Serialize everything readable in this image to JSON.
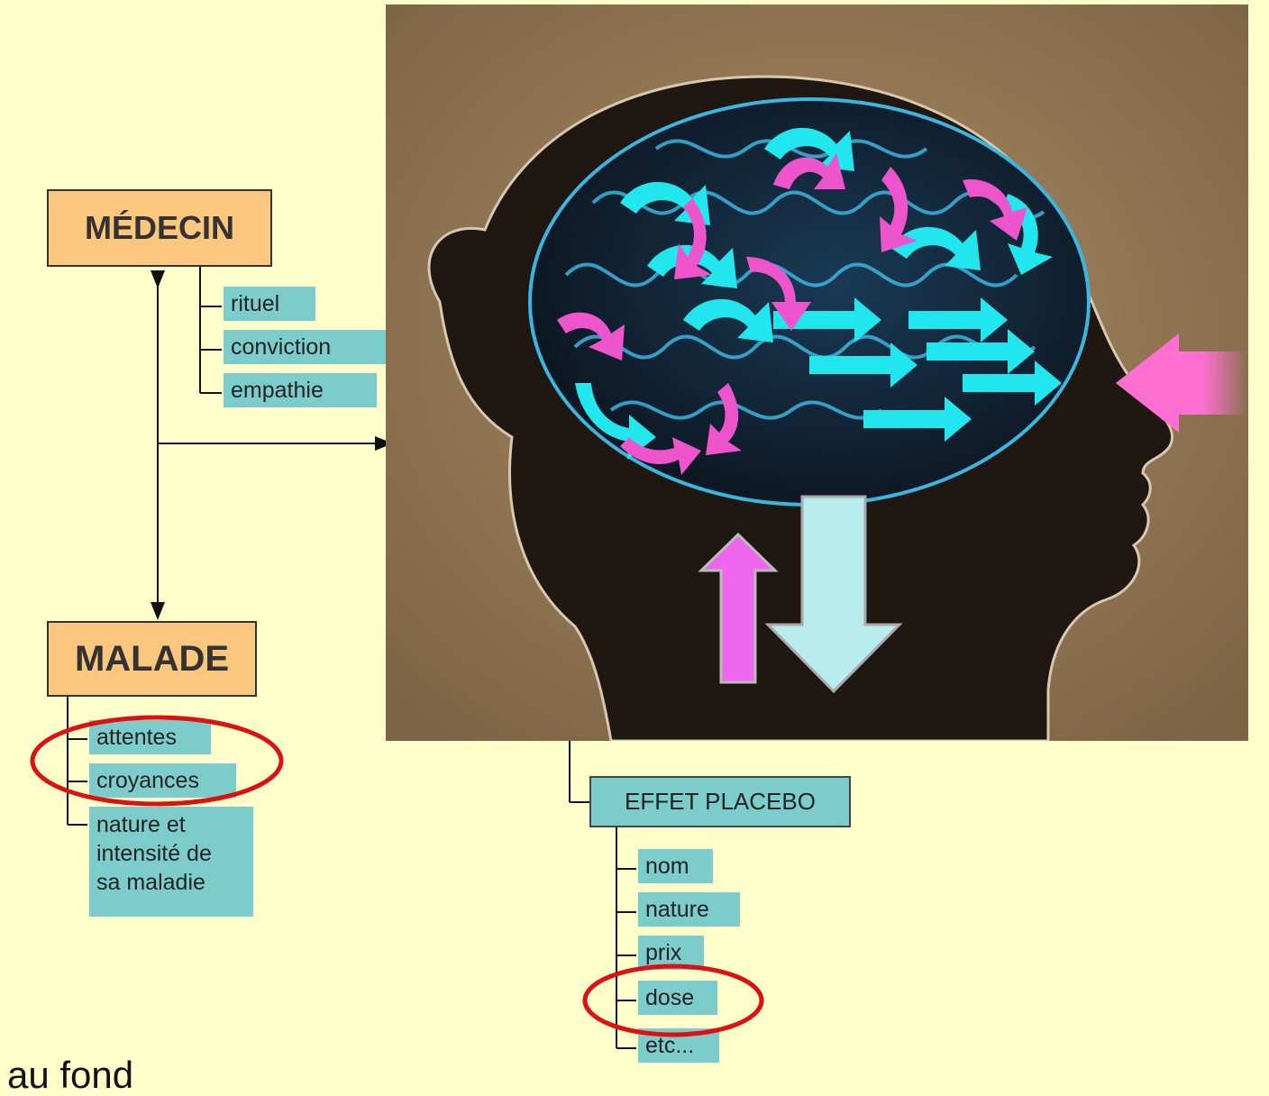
{
  "medecin": {
    "title": "MÉDECIN",
    "attributes": [
      "rituel",
      "conviction",
      "empathie"
    ]
  },
  "malade": {
    "title": "MALADE",
    "attributes": [
      "attentes",
      "croyances",
      "nature et",
      "intensité de",
      "sa maladie"
    ]
  },
  "effet_placebo": {
    "title": "EFFET PLACEBO",
    "attributes": [
      "nom",
      "nature",
      "prix",
      "dose",
      "etc..."
    ]
  },
  "footer_text": "au fond",
  "colors": {
    "background": "#ffffcc",
    "box_orange": "#fbc67e",
    "tag_teal": "#7ccccc",
    "highlight_red": "#dd1111",
    "arrow_cyan": "#22e6ee",
    "arrow_magenta": "#ee55cc"
  }
}
